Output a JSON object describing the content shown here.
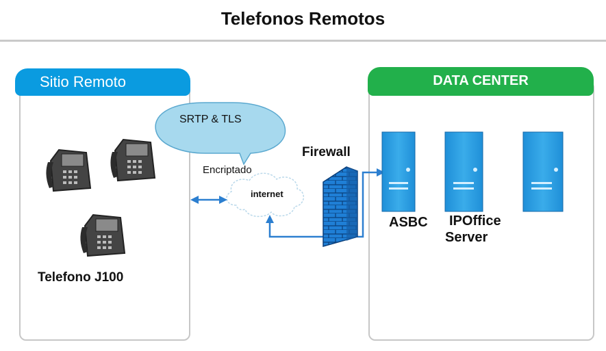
{
  "title": "Telefonos Remotos",
  "remote_site": {
    "header": "Sitio Remoto",
    "phone_label": "Telefono J100"
  },
  "data_center": {
    "header": "DATA CENTER",
    "servers": [
      {
        "label_line1": "ASBC",
        "label_line2": ""
      },
      {
        "label_line1": "IPOffice",
        "label_line2": "Server"
      },
      {
        "label_line1": "",
        "label_line2": ""
      }
    ]
  },
  "connection": {
    "bubble_text": "SRTP & TLS",
    "encryption_label": "Encriptado",
    "cloud_label": "internet",
    "firewall_label": "Firewall"
  },
  "colors": {
    "remote_header": "#0a9be0",
    "datacenter_header": "#22b04b",
    "server": "#2d9fe0",
    "bubble": "#a7d9ee",
    "link": "#2c7fd0",
    "firewall": "#1e7fd6"
  }
}
